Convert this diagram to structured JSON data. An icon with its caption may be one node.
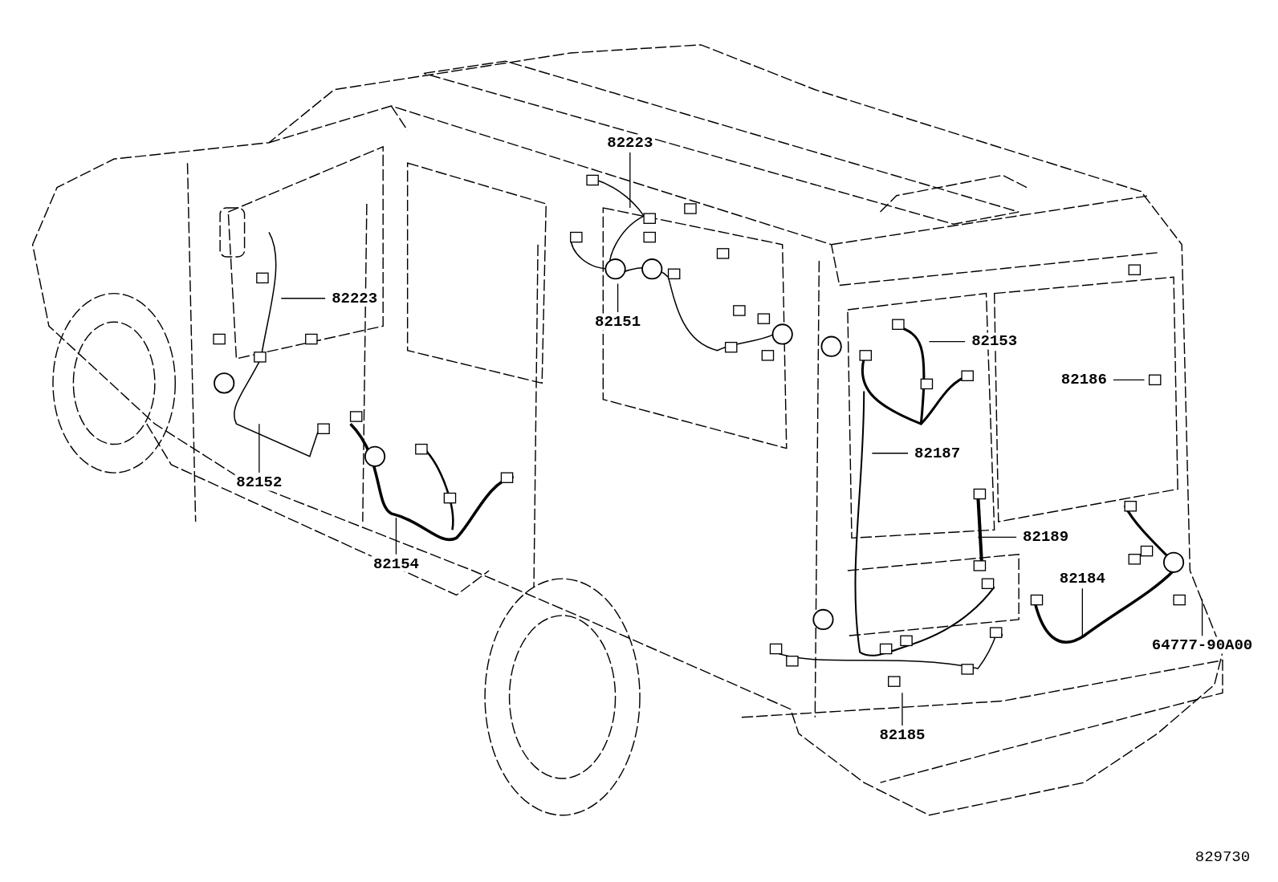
{
  "diagram": {
    "nodes": [
      {
        "text": [
          "82223"
        ]
      },
      {
        "text": [
          "82223"
        ]
      },
      {
        "text": [
          "82151"
        ]
      },
      {
        "text": [
          "82153"
        ]
      },
      {
        "text": [
          "82186"
        ]
      },
      {
        "text": [
          "82187"
        ]
      },
      {
        "text": [
          "82152"
        ]
      },
      {
        "text": [
          "82189"
        ]
      },
      {
        "text": [
          "82154"
        ]
      },
      {
        "text": [
          "82184"
        ]
      },
      {
        "text": [
          "64777-90A00"
        ]
      },
      {
        "text": [
          "82185"
        ]
      }
    ],
    "edges": [
      {
        "from": 0,
        "to": null,
        "arrow": "none"
      },
      {
        "from": 1,
        "to": null,
        "arrow": "none"
      },
      {
        "from": 2,
        "to": null,
        "arrow": "none"
      },
      {
        "from": 3,
        "to": null,
        "arrow": "none"
      },
      {
        "from": 4,
        "to": null,
        "arrow": "none"
      },
      {
        "from": 5,
        "to": null,
        "arrow": "none"
      },
      {
        "from": 6,
        "to": null,
        "arrow": "none"
      },
      {
        "from": 7,
        "to": null,
        "arrow": "none"
      },
      {
        "from": 8,
        "to": null,
        "arrow": "none"
      },
      {
        "from": 9,
        "to": null,
        "arrow": "none"
      },
      {
        "from": 10,
        "to": null,
        "arrow": "none"
      },
      {
        "from": 11,
        "to": null,
        "arrow": "none"
      }
    ],
    "labels": [
      "829730"
    ]
  }
}
